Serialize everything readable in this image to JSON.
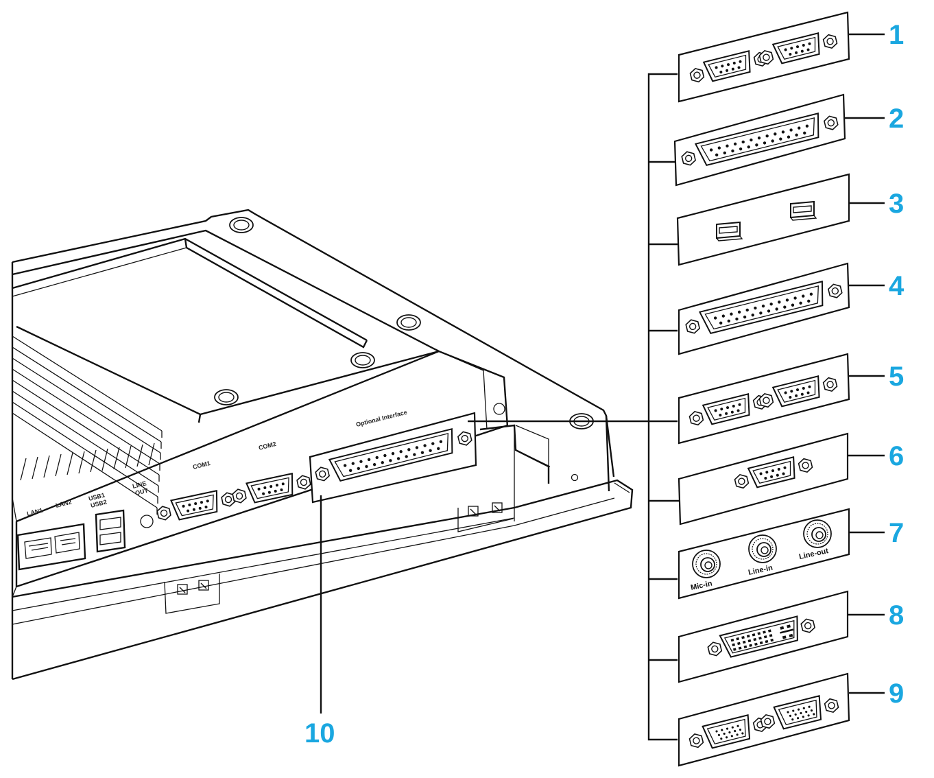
{
  "figure": {
    "callouts": [
      {
        "id": 1,
        "label": "1"
      },
      {
        "id": 2,
        "label": "2"
      },
      {
        "id": 3,
        "label": "3"
      },
      {
        "id": 4,
        "label": "4"
      },
      {
        "id": 5,
        "label": "5"
      },
      {
        "id": 6,
        "label": "6"
      },
      {
        "id": 7,
        "label": "7"
      },
      {
        "id": 8,
        "label": "8"
      },
      {
        "id": 9,
        "label": "9"
      },
      {
        "id": 10,
        "label": "10"
      }
    ],
    "panel_labels": {
      "lan1": "LAN1",
      "lan2": "LAN2",
      "usb1": "USB1",
      "usb2": "USB2",
      "line_out_1": "LINE",
      "line_out_2": "OUT",
      "com1": "COM1",
      "com2": "COM2",
      "optional_interface": "Optional Interface"
    },
    "audio_jacks": {
      "mic_in": "Mic-in",
      "line_in": "Line-in",
      "line_out": "Line-out"
    },
    "colors": {
      "callout": "#1AA7E0",
      "line": "#111111"
    }
  }
}
